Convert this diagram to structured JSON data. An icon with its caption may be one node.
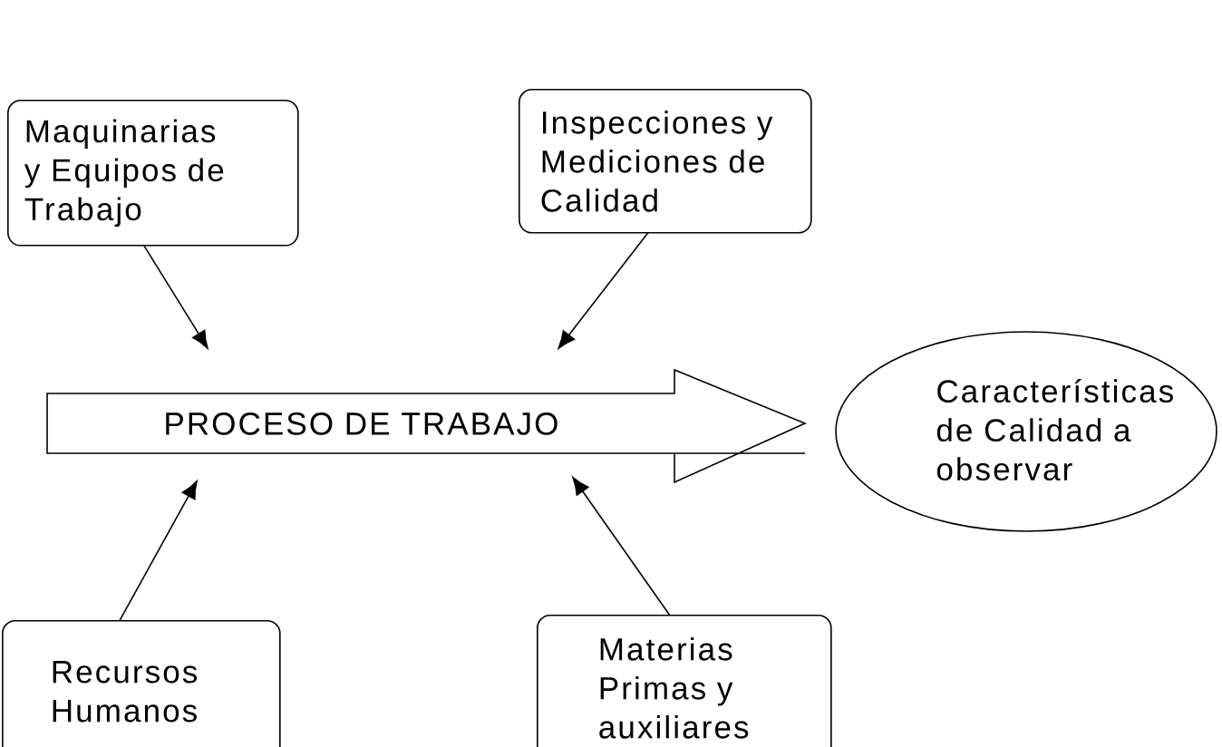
{
  "diagram": {
    "nodes": [
      {
        "text": [
          "Maquinarias y Equipos de Trabajo"
        ]
      },
      {
        "text": [
          "Inspecciones y Mediciones de Calidad"
        ]
      },
      {
        "text": [
          "PROCESO DE TRABAJO"
        ]
      },
      {
        "text": [
          "Características de Calidad a observar"
        ]
      },
      {
        "text": [
          "Recursos Humanos"
        ]
      },
      {
        "text": [
          "Materias Primas y auxiliares"
        ]
      }
    ],
    "edges": [
      {
        "from": 0,
        "to": 2,
        "arrow": "to"
      },
      {
        "from": 1,
        "to": 2,
        "arrow": "to"
      },
      {
        "from": 4,
        "to": 2,
        "arrow": "to"
      },
      {
        "from": 5,
        "to": 2,
        "arrow": "to"
      }
    ]
  }
}
